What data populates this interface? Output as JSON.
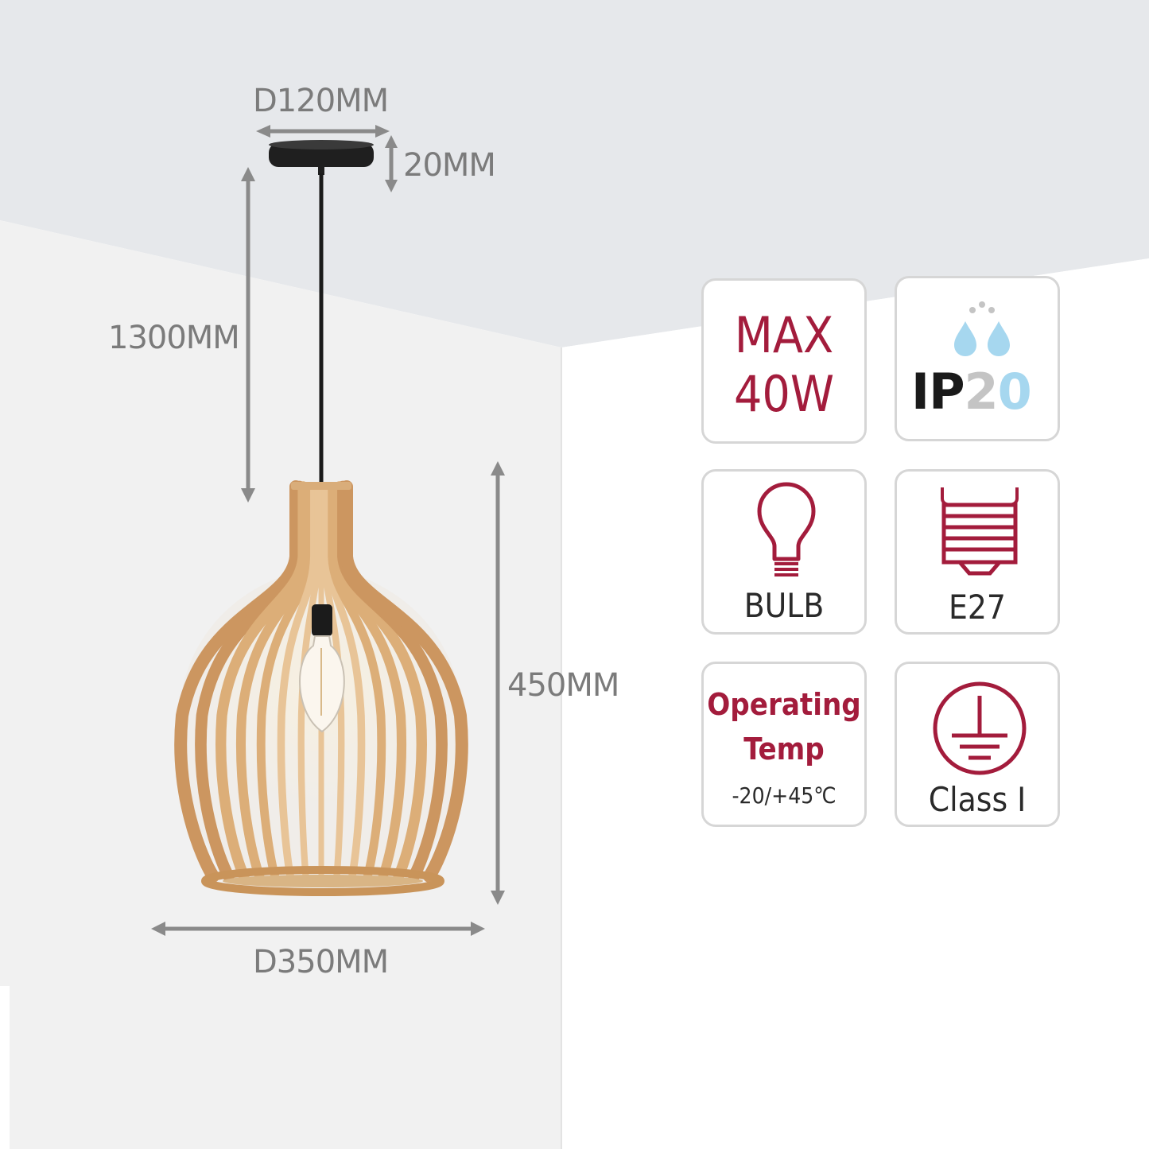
{
  "dimensions": {
    "canopy_diameter": "D120MM",
    "canopy_height": "20MM",
    "cable_length": "1300MM",
    "shade_height": "450MM",
    "shade_diameter": "D350MM"
  },
  "specs": {
    "max_wattage": {
      "line1": "MAX",
      "line2": "40W"
    },
    "ip_rating": {
      "prefix": "IP",
      "first_digit": "2",
      "second_digit": "0",
      "icon": "water-drops-icon"
    },
    "bulb": {
      "label": "BULB",
      "icon": "light-bulb-icon"
    },
    "base": {
      "label": "E27",
      "icon": "e27-socket-icon"
    },
    "operating_temp": {
      "line1": "Operating",
      "line2": "Temp",
      "range": "-20/+45℃"
    },
    "class": {
      "label": "Class I",
      "icon": "protective-earth-icon"
    }
  },
  "colors": {
    "accent_red": "#a31c3c",
    "ip_grey": "#c4c4c4",
    "ip_blue": "#a6d7ef",
    "wood": "#d9ad7a",
    "ceiling": "#e6e8eb",
    "wall": "#f1f1f1"
  }
}
